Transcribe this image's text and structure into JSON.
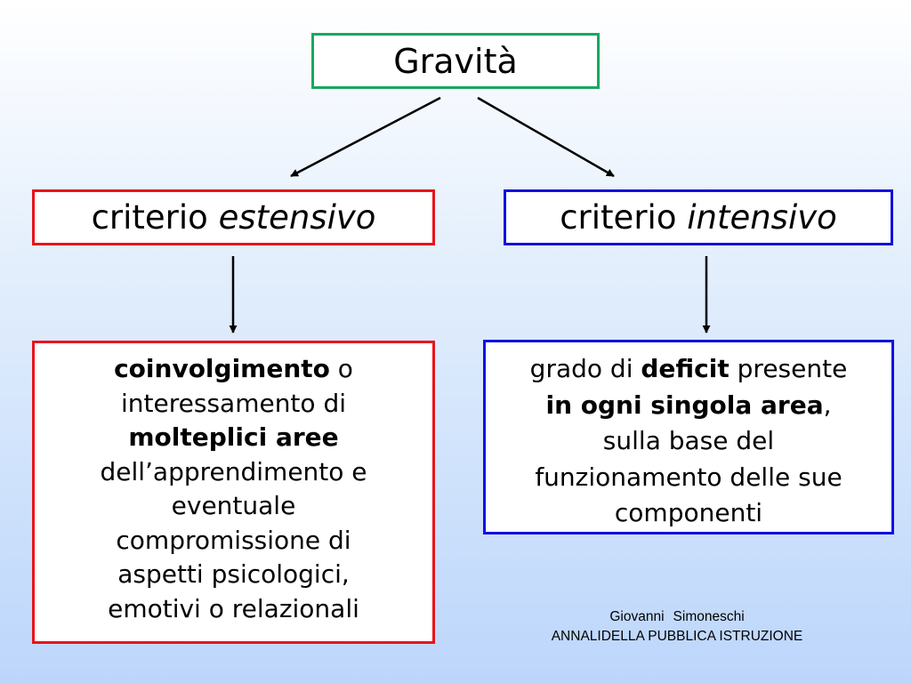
{
  "diagram": {
    "top": {
      "label": "Gravità"
    },
    "left": {
      "header_prefix": "criterio ",
      "header_italic": "estensivo",
      "body": {
        "strong1": "coinvolgimento",
        "text1": " o",
        "line2": "interessamento di",
        "strong2": "molteplici aree",
        "line4": "dell’apprendimento e",
        "line5": "eventuale",
        "line6": "compromissione di",
        "line7": "aspetti psicologici,",
        "line8": "emotivi o relazionali"
      }
    },
    "right": {
      "header_prefix": "criterio ",
      "header_italic": "intensivo",
      "body": {
        "text1": "grado di ",
        "strong1": "deficit",
        "text2": " presente",
        "strong2": "in ogni singola area",
        "text3": ",",
        "line3": "sulla base del",
        "line4": "funzionamento delle sue",
        "line5": "componenti"
      }
    },
    "colors": {
      "top_border": "#18a860",
      "left_border": "#e8141c",
      "right_border": "#1010e0",
      "arrow": "#000000"
    }
  },
  "footer": {
    "author_first": "Giovanni",
    "author_last": "Simoneschi",
    "line2": "ANNALIDELLA PUBBLICA ISTRUZIONE"
  }
}
